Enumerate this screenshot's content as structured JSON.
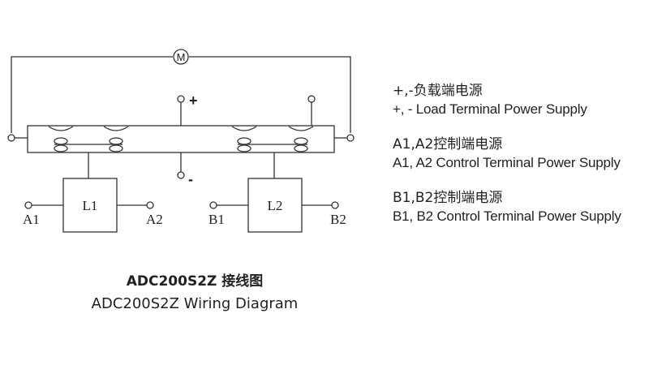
{
  "diagram": {
    "motor_symbol": "M",
    "plus_sign": "+",
    "minus_sign": "-",
    "coil1": "L1",
    "coil2": "L2",
    "terminals": [
      "A1",
      "A2",
      "B1",
      "B2"
    ]
  },
  "legend": [
    {
      "cn": "+,-负载端电源",
      "en": "+, - Load Terminal Power Supply"
    },
    {
      "cn": "A1,A2控制端电源",
      "en": "A1, A2 Control Terminal Power Supply"
    },
    {
      "cn": "B1,B2控制端电源",
      "en": "B1, B2 Control Terminal Power Supply"
    }
  ],
  "caption": {
    "cn": "ADC200S2Z 接线图",
    "en": "ADC200S2Z Wiring Diagram"
  }
}
